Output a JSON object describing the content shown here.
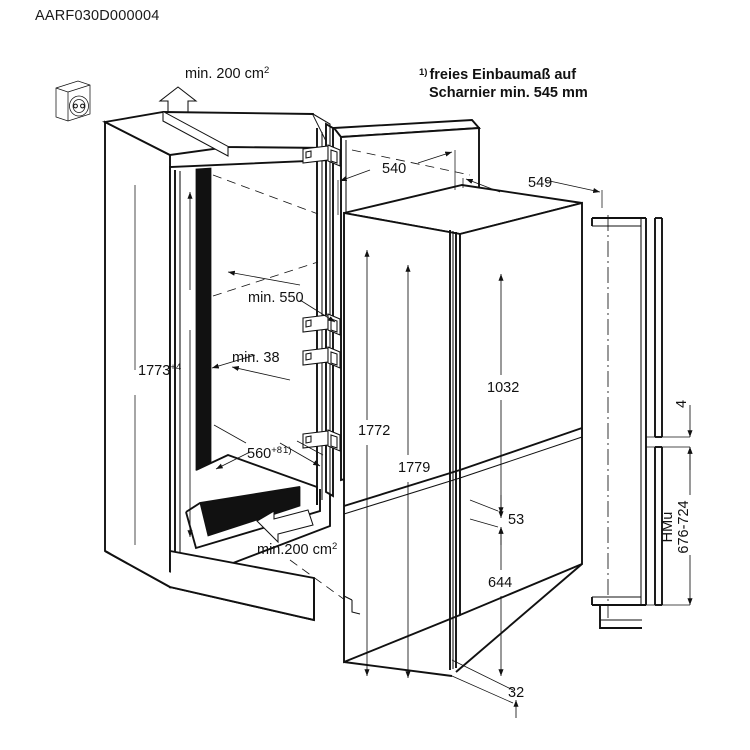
{
  "document": {
    "code": "AARF030D000004",
    "type": "installation-dimension-drawing",
    "language": "de"
  },
  "notes": {
    "footnote_marker": "1)",
    "footnote_line1": "freies Einbaumaß auf",
    "footnote_line2": "Scharnier min. 545 mm"
  },
  "ventilation": {
    "top_label": "min. 200 cm",
    "top_unit_sup": "2",
    "bottom_label": "min.200 cm",
    "bottom_unit_sup": "2"
  },
  "icons": {
    "power_socket": "power-socket-icon",
    "airflow_top": "up-arrow-icon",
    "airflow_bottom": "left-arrow-icon"
  },
  "dimensions": {
    "niche_height": {
      "value": "1773",
      "sup": "+4"
    },
    "niche_depth_min": {
      "value": "min. 550"
    },
    "niche_gap_min": {
      "value": "min. 38"
    },
    "niche_width": {
      "value": "560",
      "sup": "+8",
      "note": "1)"
    },
    "door_width": {
      "value": "540"
    },
    "appliance_depth": {
      "value": "549"
    },
    "appliance_height_1772": {
      "value": "1772"
    },
    "appliance_height_1779": {
      "value": "1779"
    },
    "fridge_door_height": {
      "value": "1032"
    },
    "door_gap": {
      "value": "53"
    },
    "freezer_door_height": {
      "value": "644"
    },
    "plinth_gap": {
      "value": "32"
    },
    "side_gap_top": {
      "value": "4"
    },
    "handle_label": "HMu",
    "handle_range": "676-724"
  }
}
